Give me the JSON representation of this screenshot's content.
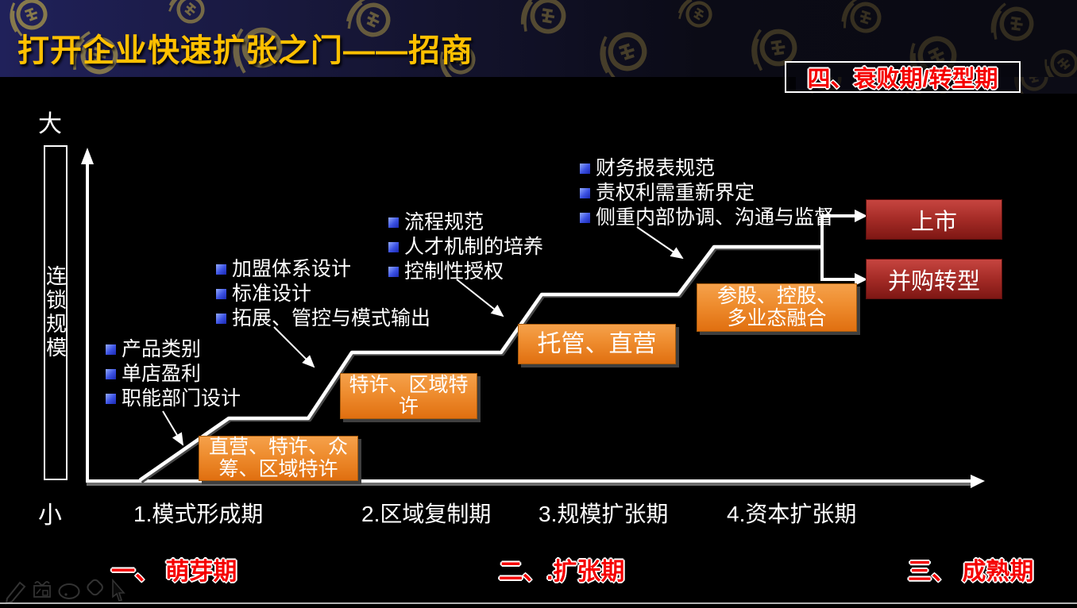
{
  "title": "打开企业快速扩张之门——招商",
  "stage4_banner": "四、衰败期/转型期",
  "y_axis": {
    "top_label": "大",
    "bottom_label": "小",
    "axis_title": "连锁规模"
  },
  "x_stages": [
    "1.模式形成期",
    "2.区域复制期",
    "3.规模扩张期",
    "4.资本扩张期"
  ],
  "phase_labels": [
    "一、 萌芽期",
    "二、.扩张期",
    "三、 成熟期"
  ],
  "bullet_lists": {
    "formation": [
      "产品类别",
      "单店盈利",
      "职能部门设计"
    ],
    "replication": [
      "加盟体系设计",
      "标准设计",
      "拓展、管控与模式输出"
    ],
    "scale": [
      "流程规范",
      "人才机制的培养",
      "控制性授权"
    ],
    "capital": [
      "财务报表规范",
      "责权利需重新界定",
      "侧重内部协调、沟通与监督"
    ]
  },
  "mode_boxes": {
    "formation": {
      "line1": "直营、特许、众",
      "line2": "筹、区域特许"
    },
    "replication": {
      "line1": "特许、区域特",
      "line2": "许"
    },
    "scale": {
      "line1": "托管、直营"
    },
    "capital": {
      "line1": "参股、控股、",
      "line2": "多业态融合"
    }
  },
  "outcome_boxes": {
    "ipo": "上市",
    "ma": "并购转型"
  },
  "toolbar": {
    "tools": [
      "pen",
      "annotation-panel",
      "ellipse",
      "eraser",
      "pointer"
    ]
  },
  "colors": {
    "title_yellow": "#FFC000",
    "phase_red": "#FF0000",
    "orange_box_top": "#F5A14B",
    "orange_box_bottom": "#E06F10",
    "red_box_top": "#C64540",
    "red_box_bottom": "#7E1714",
    "bullet_blue": "#3A50E2",
    "curve": "#FFFFFF"
  }
}
